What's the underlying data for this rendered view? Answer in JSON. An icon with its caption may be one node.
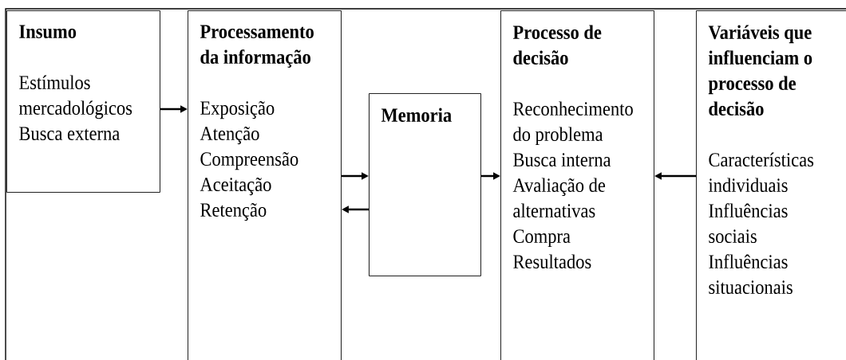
{
  "diagram": {
    "nodes": [
      {
        "text": [
          "Insumo",
          "Estímulos mercadológicos",
          "Busca externa"
        ]
      },
      {
        "text": [
          "Processamento da informação",
          "Exposição",
          "Atenção",
          "Compreensão",
          "Aceitação",
          "Retenção"
        ]
      },
      {
        "text": [
          "Memoria"
        ]
      },
      {
        "text": [
          "Processo de decisão",
          "Reconhecimento do problema",
          "Busca interna",
          "Avaliação de alternativas",
          "Compra",
          "Resultados"
        ]
      },
      {
        "text": [
          "Variáveis que influenciam o processo de decisão",
          "Características individuais",
          "Influências sociais",
          "Influências situacionais"
        ]
      }
    ],
    "edges": [
      {
        "from": 0,
        "to": 1,
        "arrow": "to"
      },
      {
        "from": 1,
        "to": 2,
        "arrow": "to"
      },
      {
        "from": 2,
        "to": 1,
        "arrow": "to"
      },
      {
        "from": 2,
        "to": 3,
        "arrow": "to"
      },
      {
        "from": 4,
        "to": 3,
        "arrow": "to"
      }
    ]
  }
}
